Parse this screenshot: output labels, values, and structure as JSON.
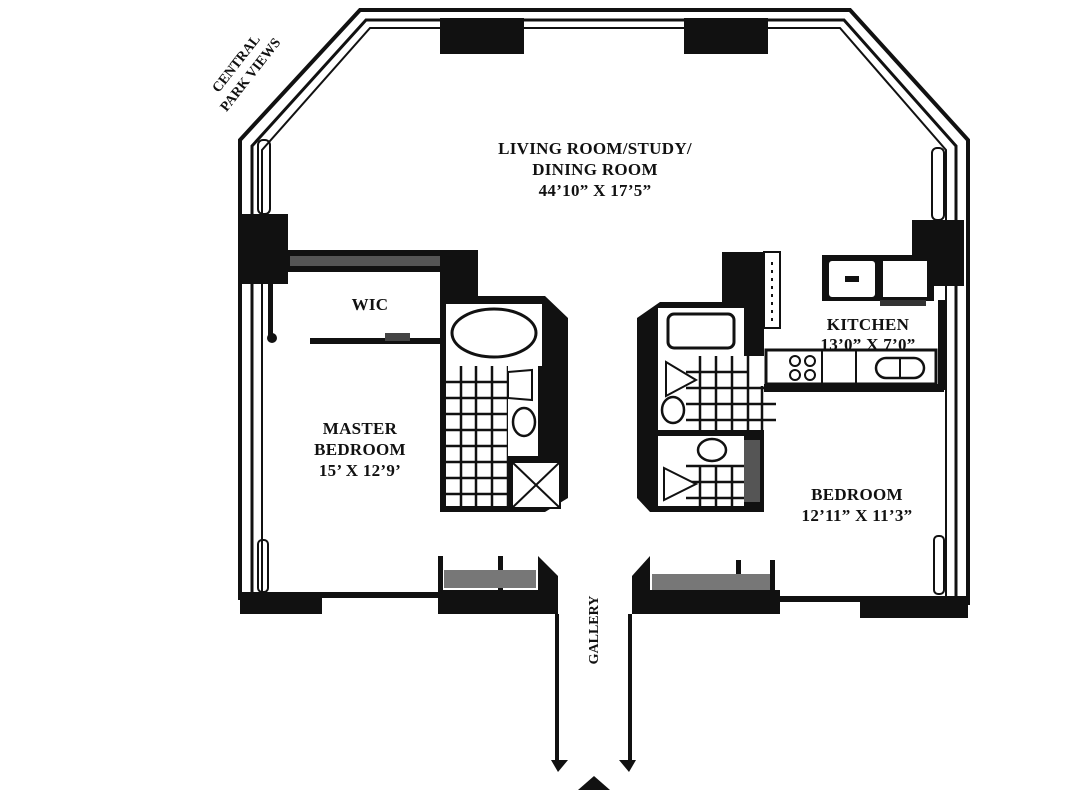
{
  "floor_plan": {
    "orientation_note": {
      "line1": "CENTRAL",
      "line2": "PARK VIEWS"
    },
    "rooms": {
      "living": {
        "name_line1": "LIVING ROOM/STUDY/",
        "name_line2": "DINING ROOM",
        "dimensions": "44’10” X  17’5”"
      },
      "wic": {
        "name": "WIC"
      },
      "master_bedroom": {
        "name_line1": "MASTER",
        "name_line2": "BEDROOM",
        "dimensions": "15’ X 12’9’"
      },
      "kitchen": {
        "name": "KITCHEN",
        "dimensions": "13’0” X 7’0”"
      },
      "bedroom": {
        "name": "BEDROOM",
        "dimensions": "12’11” X 11’3”"
      },
      "gallery": {
        "name": "GALLERY"
      }
    },
    "colors": {
      "wall": "#111111",
      "background": "#ffffff",
      "line": "#1a1a1a"
    }
  }
}
